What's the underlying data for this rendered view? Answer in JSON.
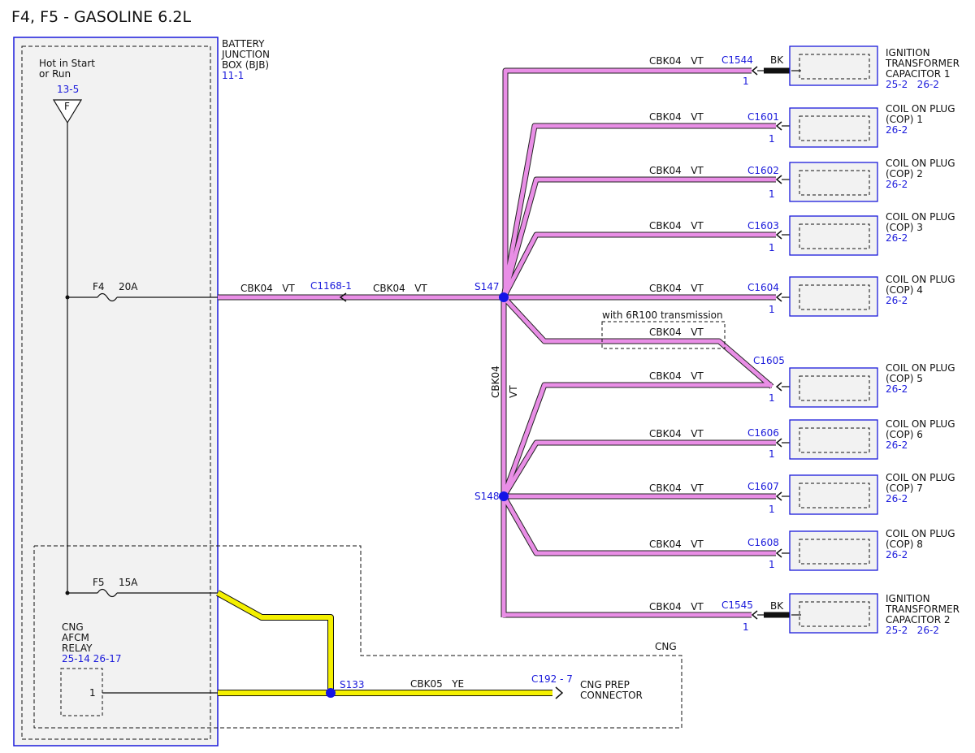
{
  "title": "F4, F5 - GASOLINE 6.2L",
  "colors": {
    "vt_wire": "#e98ee6",
    "ye_wire": "#f4f000",
    "blue": "#1a1adb",
    "box_fill": "#f2f2f2"
  },
  "bjb": {
    "l1": "BATTERY",
    "l2": "JUNCTION",
    "l3": "BOX (BJB)",
    "ref": "11-1"
  },
  "hot": {
    "l1": "Hot in Start",
    "l2": "or Run",
    "ref": "13-5",
    "letter": "F"
  },
  "fuses": [
    {
      "name": "F4",
      "amps": "20A"
    },
    {
      "name": "F5",
      "amps": "15A"
    }
  ],
  "relay": {
    "l1": "CNG",
    "l2": "AFCM",
    "l3": "RELAY",
    "ref": "25-14 26-17",
    "pin": "1"
  },
  "cng_label": "CNG",
  "splices": {
    "s147": "S147",
    "s148": "S148",
    "s133": "S133"
  },
  "main_wire": {
    "seg1": "CBK04   VT",
    "conn": "C1168-1",
    "seg2": "CBK04   VT"
  },
  "trunk": {
    "code": "CBK04",
    "color": "VT"
  },
  "transmission_note": "with 6R100 transmission",
  "bk": "BK",
  "pin_one": "1",
  "wire_label": "CBK04   VT",
  "branches": [
    {
      "conn": "C1544",
      "l1": "IGNITION",
      "l2": "TRANSFORMER",
      "l3": "CAPACITOR 1",
      "ref": "25-2   26-2"
    },
    {
      "conn": "C1601",
      "l1": "COIL ON PLUG",
      "l2": "(COP) 1",
      "l3": "",
      "ref": "26-2"
    },
    {
      "conn": "C1602",
      "l1": "COIL ON PLUG",
      "l2": "(COP) 2",
      "l3": "",
      "ref": "26-2"
    },
    {
      "conn": "C1603",
      "l1": "COIL ON PLUG",
      "l2": "(COP) 3",
      "l3": "",
      "ref": "26-2"
    },
    {
      "conn": "C1604",
      "l1": "COIL ON PLUG",
      "l2": "(COP) 4",
      "l3": "",
      "ref": "26-2"
    },
    {
      "conn": "C1605",
      "l1": "COIL ON PLUG",
      "l2": "(COP) 5",
      "l3": "",
      "ref": "26-2"
    },
    {
      "conn": "C1606",
      "l1": "COIL ON PLUG",
      "l2": "(COP) 6",
      "l3": "",
      "ref": "26-2"
    },
    {
      "conn": "C1607",
      "l1": "COIL ON PLUG",
      "l2": "(COP) 7",
      "l3": "",
      "ref": "26-2"
    },
    {
      "conn": "C1608",
      "l1": "COIL ON PLUG",
      "l2": "(COP) 8",
      "l3": "",
      "ref": "26-2"
    },
    {
      "conn": "C1545",
      "l1": "IGNITION",
      "l2": "TRANSFORMER",
      "l3": "CAPACITOR 2",
      "ref": "25-2   26-2"
    }
  ],
  "cng_wire": {
    "label": "CBK05   YE",
    "conn": "C192 - 7",
    "l1": "CNG PREP",
    "l2": "CONNECTOR"
  }
}
